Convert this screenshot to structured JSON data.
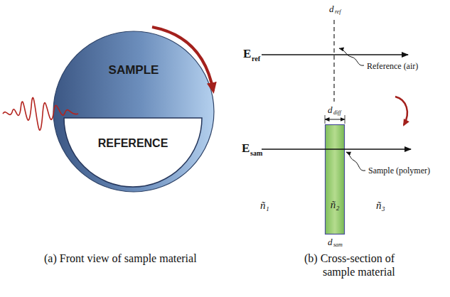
{
  "diagram": {
    "nodes": [
      {
        "text": [
          "SAMPLE"
        ]
      },
      {
        "text": [
          "REFERENCE"
        ],
        "in": 0
      },
      {
        "text": [
          "ñ₂"
        ]
      }
    ],
    "labels": [
      "(a) Front view of sample material",
      "d",
      "ref",
      "Reference (air)",
      "E",
      "ref",
      "d",
      "diff",
      "E",
      "sam",
      "Sample (polymer)",
      "ñ₁",
      "ñ₃",
      "d",
      "sam",
      "(b) Cross-section of sample material"
    ]
  }
}
